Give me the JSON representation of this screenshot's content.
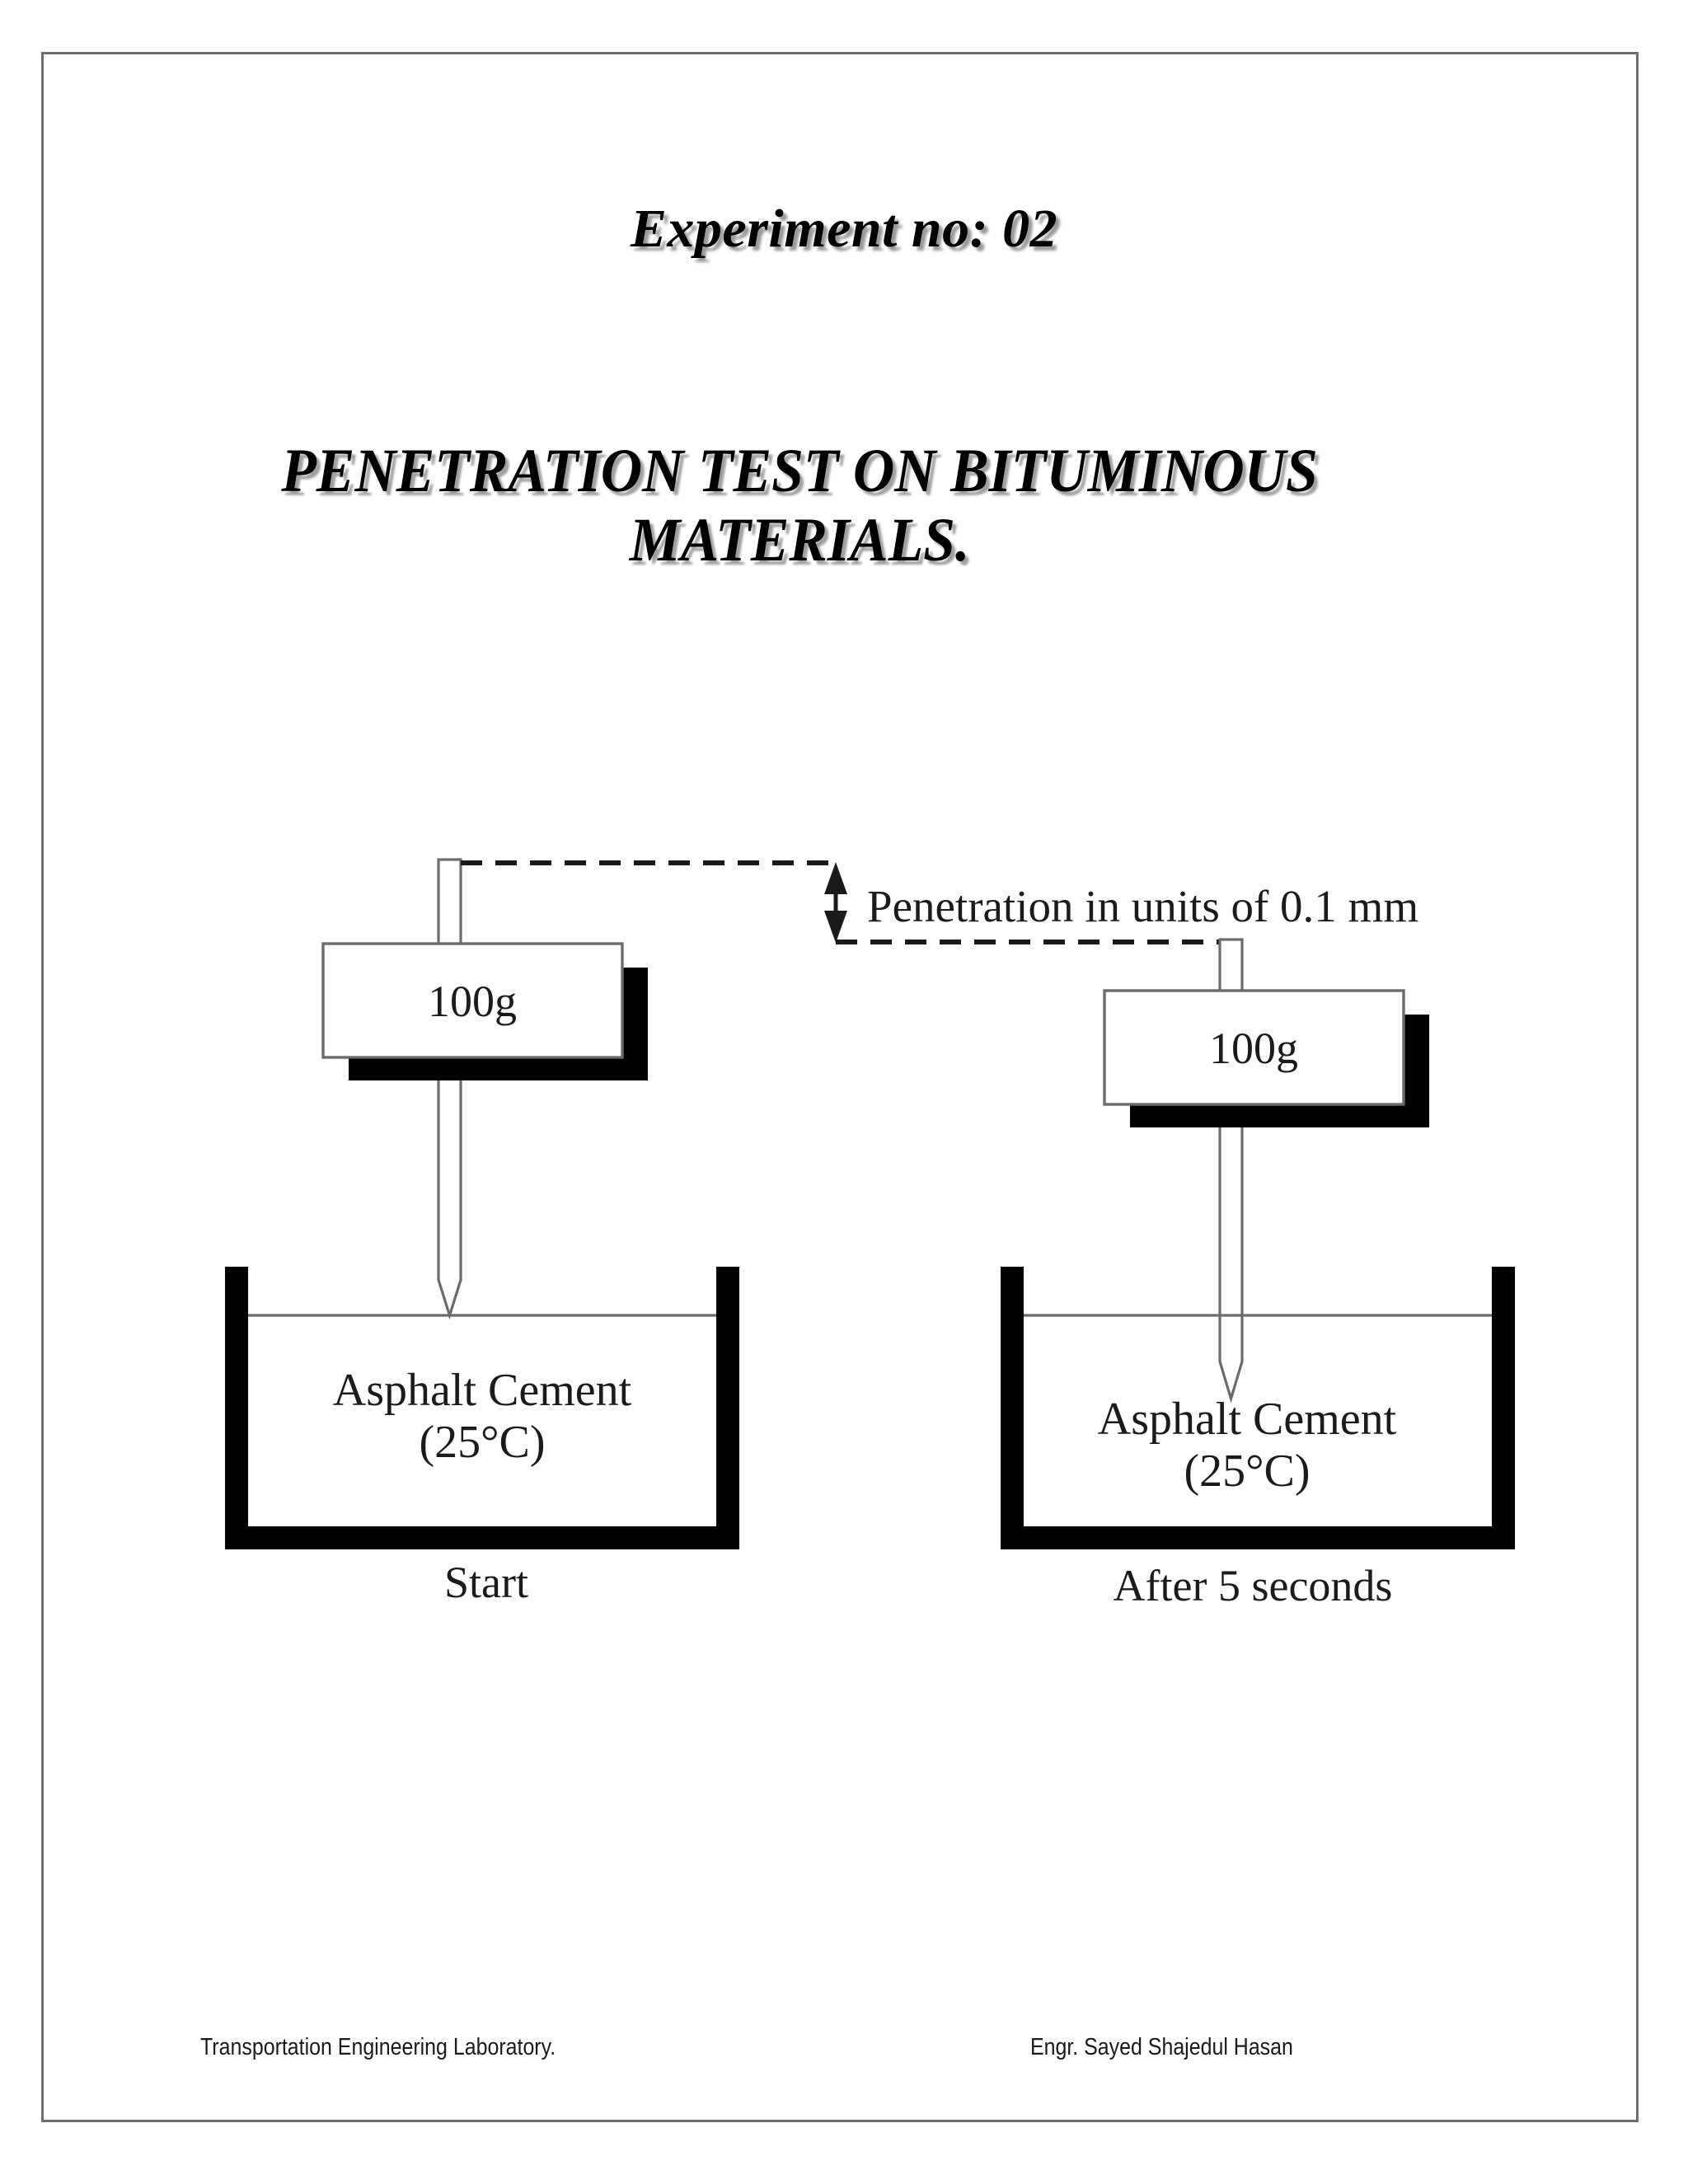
{
  "document": {
    "experiment_title": "Experiment no: 02",
    "main_title_line1": "PENETRATION TEST ON BITUMINOUS",
    "main_title_line2": "MATERIALS."
  },
  "figure": {
    "dimension_label": "Penetration in units of 0.1 mm",
    "left_panel": {
      "weight_label": "100g",
      "material_line1": "Asphalt Cement",
      "material_line2": "(25°C)",
      "caption": "Start"
    },
    "right_panel": {
      "weight_label": "100g",
      "material_line1": "Asphalt Cement",
      "material_line2": "(25°C)",
      "caption": "After 5 seconds"
    }
  },
  "footer": {
    "left": "Transportation Engineering Laboratory.",
    "right": "Engr. Sayed Shajedul Hasan"
  },
  "colors": {
    "page_border": "#6e6e6e",
    "ink": "#000000",
    "outline": "#6b6b6b",
    "shadow": "#787878"
  }
}
